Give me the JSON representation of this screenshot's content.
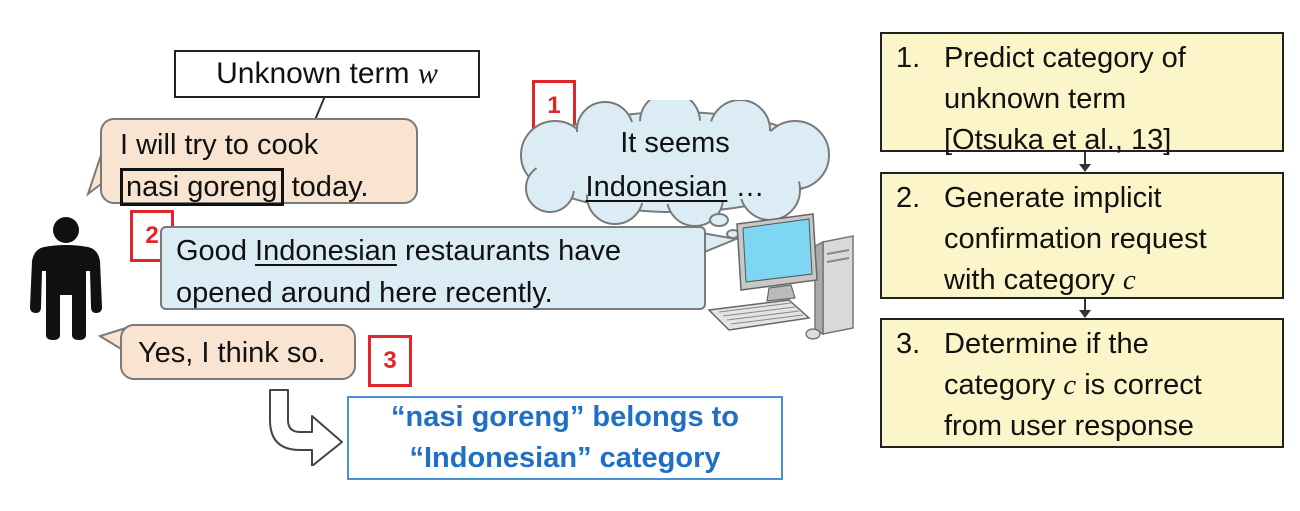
{
  "unknown_term": {
    "label": "Unknown term",
    "var": "w"
  },
  "user_utterance_1": {
    "line1": "I will try to cook",
    "term": "nasi goreng",
    "after": "today."
  },
  "system_thought": {
    "line1": "It seems",
    "category": "Indonesian",
    "after": "…"
  },
  "system_utterance": {
    "pre": "Good",
    "category": "Indonesian",
    "post": "restaurants have",
    "line2": "opened around here recently."
  },
  "user_utterance_2": {
    "text": "Yes, I think so."
  },
  "markers": {
    "m1": "1",
    "m2": "2",
    "m3": "3"
  },
  "result": {
    "line1": "“nasi goreng” belongs to",
    "line2": "“Indonesian” category"
  },
  "steps": [
    {
      "num": "1.",
      "lines": [
        "Predict category of",
        "unknown term",
        "[Otsuka et al., 13]"
      ]
    },
    {
      "num": "2.",
      "lines": [
        "Generate implicit",
        "confirmation request",
        "with category"
      ],
      "var": "c"
    },
    {
      "num": "3.",
      "lines": [
        "Determine if the",
        "category",
        "is correct",
        "from user response"
      ],
      "var": "c"
    }
  ],
  "colors": {
    "user_bubble": "#f9e4d2",
    "system_bubble": "#dcecf5",
    "step_box": "#fbf5c9",
    "marker": "#e0262a",
    "result_text": "#1f6fc7"
  },
  "icons": [
    "person-icon",
    "computer-icon",
    "thought-cloud",
    "curved-arrow-icon"
  ]
}
